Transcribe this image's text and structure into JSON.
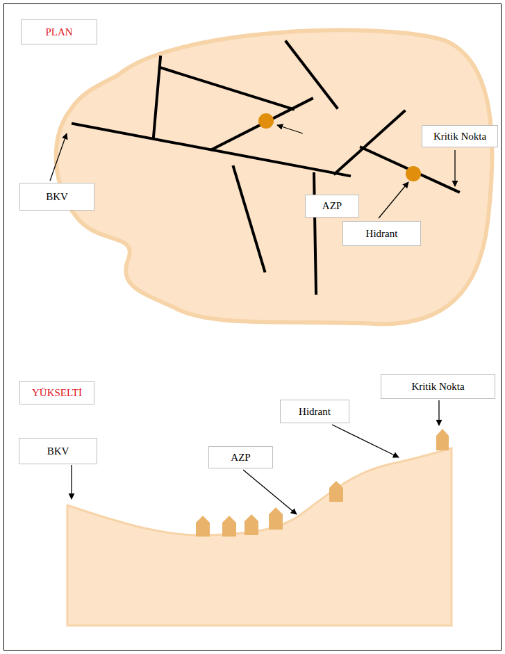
{
  "diagram": {
    "nodes": [
      {
        "text": [
          "PLAN"
        ]
      },
      {
        "text": [
          "Kritik Nokta"
        ]
      },
      {
        "text": [
          "AZP"
        ]
      },
      {
        "text": [
          "BKV"
        ]
      },
      {
        "text": [
          "Hidrant"
        ]
      },
      {
        "text": [
          "YÜKSELTİ"
        ]
      },
      {
        "text": [
          "Kritik Nokta"
        ]
      },
      {
        "text": [
          "Hidrant"
        ]
      },
      {
        "text": [
          "BKV"
        ]
      },
      {
        "text": [
          "AZP"
        ]
      }
    ]
  }
}
